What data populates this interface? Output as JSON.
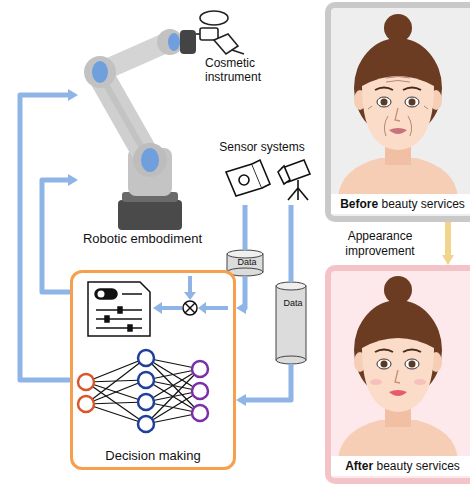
{
  "diagram": {
    "nodes": [
      {
        "text": [
          "Cosmetic instrument"
        ]
      },
      {
        "text": [
          "Robotic embodiment"
        ]
      },
      {
        "text": [
          "Sensor systems"
        ]
      },
      {
        "text": [
          "Data"
        ]
      },
      {
        "text": [
          "Data"
        ]
      },
      {
        "text": [
          "Decision making"
        ]
      },
      {
        "text": [
          "Before",
          "beauty services"
        ]
      },
      {
        "text": [
          "After",
          "beauty services"
        ]
      }
    ],
    "edges": [
      {
        "from": 5,
        "to": 1,
        "arrow": "to"
      },
      {
        "from": 5,
        "to": 1,
        "arrow": "to"
      },
      {
        "from": 2,
        "to": 3,
        "arrow": "none"
      },
      {
        "from": 3,
        "to": 5,
        "arrow": "to"
      },
      {
        "from": 2,
        "to": 4,
        "arrow": "none"
      },
      {
        "from": 4,
        "to": 5,
        "arrow": "to"
      },
      {
        "from": 6,
        "to": 7,
        "label": "Appearance improvement",
        "arrow": "to"
      }
    ]
  }
}
